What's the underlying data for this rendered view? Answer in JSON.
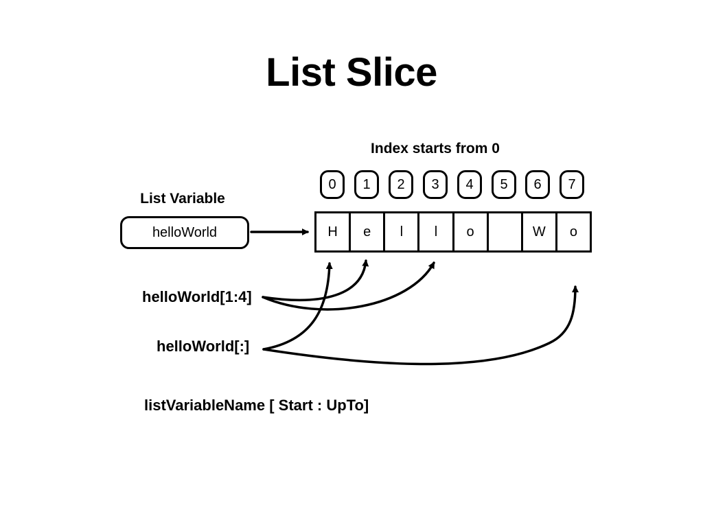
{
  "title": "List Slice",
  "index_caption": "Index starts from 0",
  "variable": {
    "caption": "List Variable",
    "name": "helloWorld"
  },
  "indices": [
    "0",
    "1",
    "2",
    "3",
    "4",
    "5",
    "6",
    "7"
  ],
  "cells": [
    "H",
    "e",
    "l",
    "l",
    "o",
    "",
    "W",
    "o"
  ],
  "expressions": {
    "slice_1_4": "helloWorld[1:4]",
    "slice_all": "helloWorld[:]"
  },
  "syntax": "listVariableName [ Start : UpTo]"
}
